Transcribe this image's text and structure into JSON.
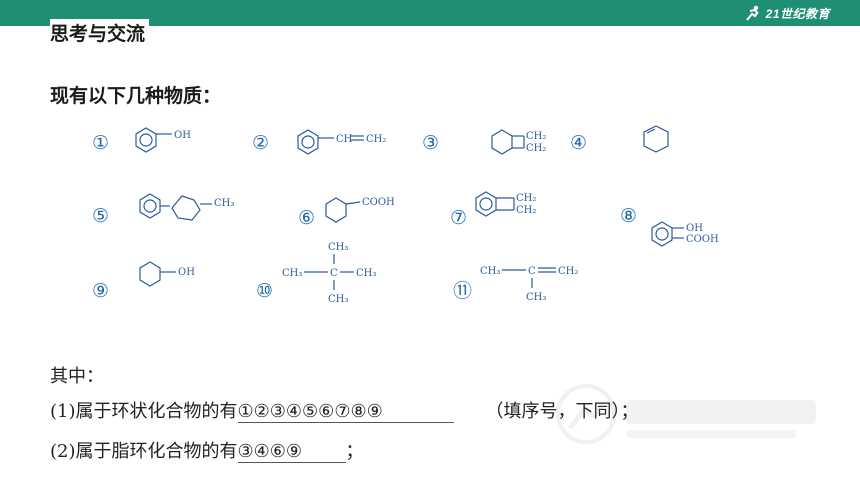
{
  "header": {
    "logo_text": "21世纪教育"
  },
  "title": "思考与交流",
  "subtitle": "现有以下几种物质：",
  "items": [
    {
      "num": "①",
      "labels": [
        "OH"
      ]
    },
    {
      "num": "②",
      "labels": [
        "CH",
        "CH₂"
      ]
    },
    {
      "num": "③",
      "labels": [
        "CH₂",
        "CH₂"
      ]
    },
    {
      "num": "④",
      "labels": []
    },
    {
      "num": "⑤",
      "labels": [
        "CH₃"
      ]
    },
    {
      "num": "⑥",
      "labels": [
        "COOH"
      ]
    },
    {
      "num": "⑦",
      "labels": [
        "CH₂",
        "CH₂"
      ]
    },
    {
      "num": "⑧",
      "labels": [
        "OH",
        "COOH"
      ]
    },
    {
      "num": "⑨",
      "labels": [
        "OH"
      ]
    },
    {
      "num": "⑩",
      "labels": [
        "CH₃",
        "CH₃",
        "C",
        "CH₃",
        "CH₃"
      ]
    },
    {
      "num": "⑪",
      "labels": [
        "CH₃",
        "C",
        "CH₂",
        "CH₃"
      ]
    }
  ],
  "body": {
    "intro": "其中：",
    "q1_prefix": "(1)属于环状化合物的有",
    "q1_answer": "①②③④⑤⑥⑦⑧⑨",
    "q1_suffix": "（填序号，下同）；",
    "q2_prefix": "(2)属于脂环化合物的有",
    "q2_answer": "③④⑥⑨",
    "q2_suffix": "；"
  },
  "colors": {
    "accent": "#1f8f73",
    "number_blue": "#1e68b0",
    "structure": "#2a5c9a"
  }
}
